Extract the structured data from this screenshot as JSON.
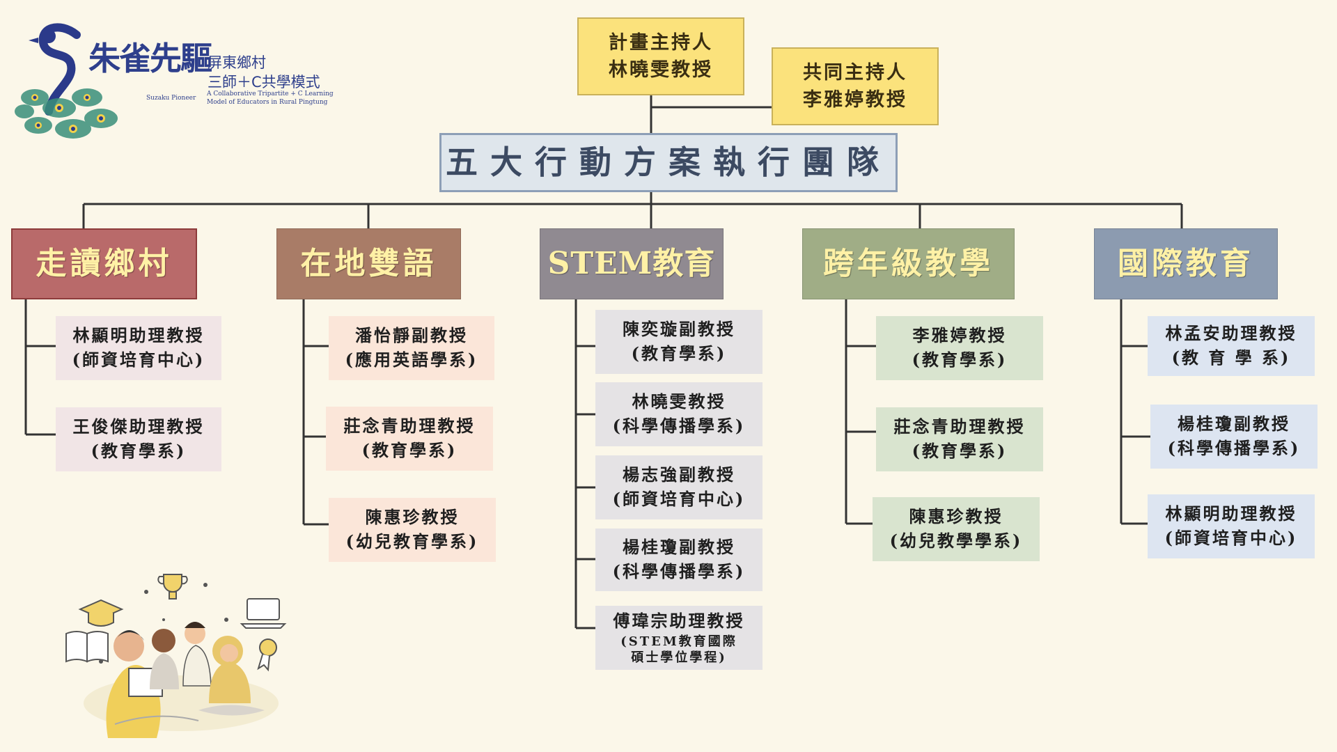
{
  "logo": {
    "title": "朱雀先驅",
    "subtitle_line1": "屏東鄉村",
    "subtitle_line2": "三師＋C共學模式",
    "en_name": "Suzaku Pioneer",
    "en_line1": "A Collaborative Tripartite + C Learning",
    "en_line2": "Model of Educators in Rural Pingtung"
  },
  "leaders": [
    {
      "role": "計畫主持人",
      "name": "林曉雯教授"
    },
    {
      "role": "共同主持人",
      "name": "李雅婷教授"
    }
  ],
  "team_title": "五大行動方案執行團隊",
  "categories": [
    {
      "label": "走讀鄉村",
      "members": [
        {
          "name": "林顯明助理教授",
          "dept": "(師資培育中心)"
        },
        {
          "name": "王俊傑助理教授",
          "dept": "(教育學系)"
        }
      ]
    },
    {
      "label": "在地雙語",
      "members": [
        {
          "name": "潘怡靜副教授",
          "dept": "(應用英語學系)"
        },
        {
          "name": "莊念青助理教授",
          "dept": "(教育學系)"
        },
        {
          "name": "陳惠珍教授",
          "dept": "(幼兒教育學系)"
        }
      ]
    },
    {
      "label": "STEM教育",
      "members": [
        {
          "name": "陳奕璇副教授",
          "dept": "(教育學系)"
        },
        {
          "name": "林曉雯教授",
          "dept": "(科學傳播學系)"
        },
        {
          "name": "楊志強副教授",
          "dept": "(師資培育中心)"
        },
        {
          "name": "楊桂瓊副教授",
          "dept": "(科學傳播學系)"
        },
        {
          "name": "傅瑋宗助理教授",
          "dept": "(STEM教育國際",
          "dept2": "碩士學位學程)"
        }
      ]
    },
    {
      "label": "跨年級教學",
      "members": [
        {
          "name": "李雅婷教授",
          "dept": "(教育學系)"
        },
        {
          "name": "莊念青助理教授",
          "dept": "(教育學系)"
        },
        {
          "name": "陳惠珍教授",
          "dept": "(幼兒教學學系)"
        }
      ]
    },
    {
      "label": "國際教育",
      "members": [
        {
          "name": "林孟安助理教授",
          "dept": "(教 育 學 系)"
        },
        {
          "name": "楊桂瓊副教授",
          "dept": "(科學傳播學系)"
        },
        {
          "name": "林顯明助理教授",
          "dept": "(師資培育中心)"
        }
      ]
    }
  ],
  "colors": {
    "background": "#fbf7e9",
    "connector": "#333333",
    "leader_box": "#fbe27c",
    "category_text": "#fff1a6"
  }
}
